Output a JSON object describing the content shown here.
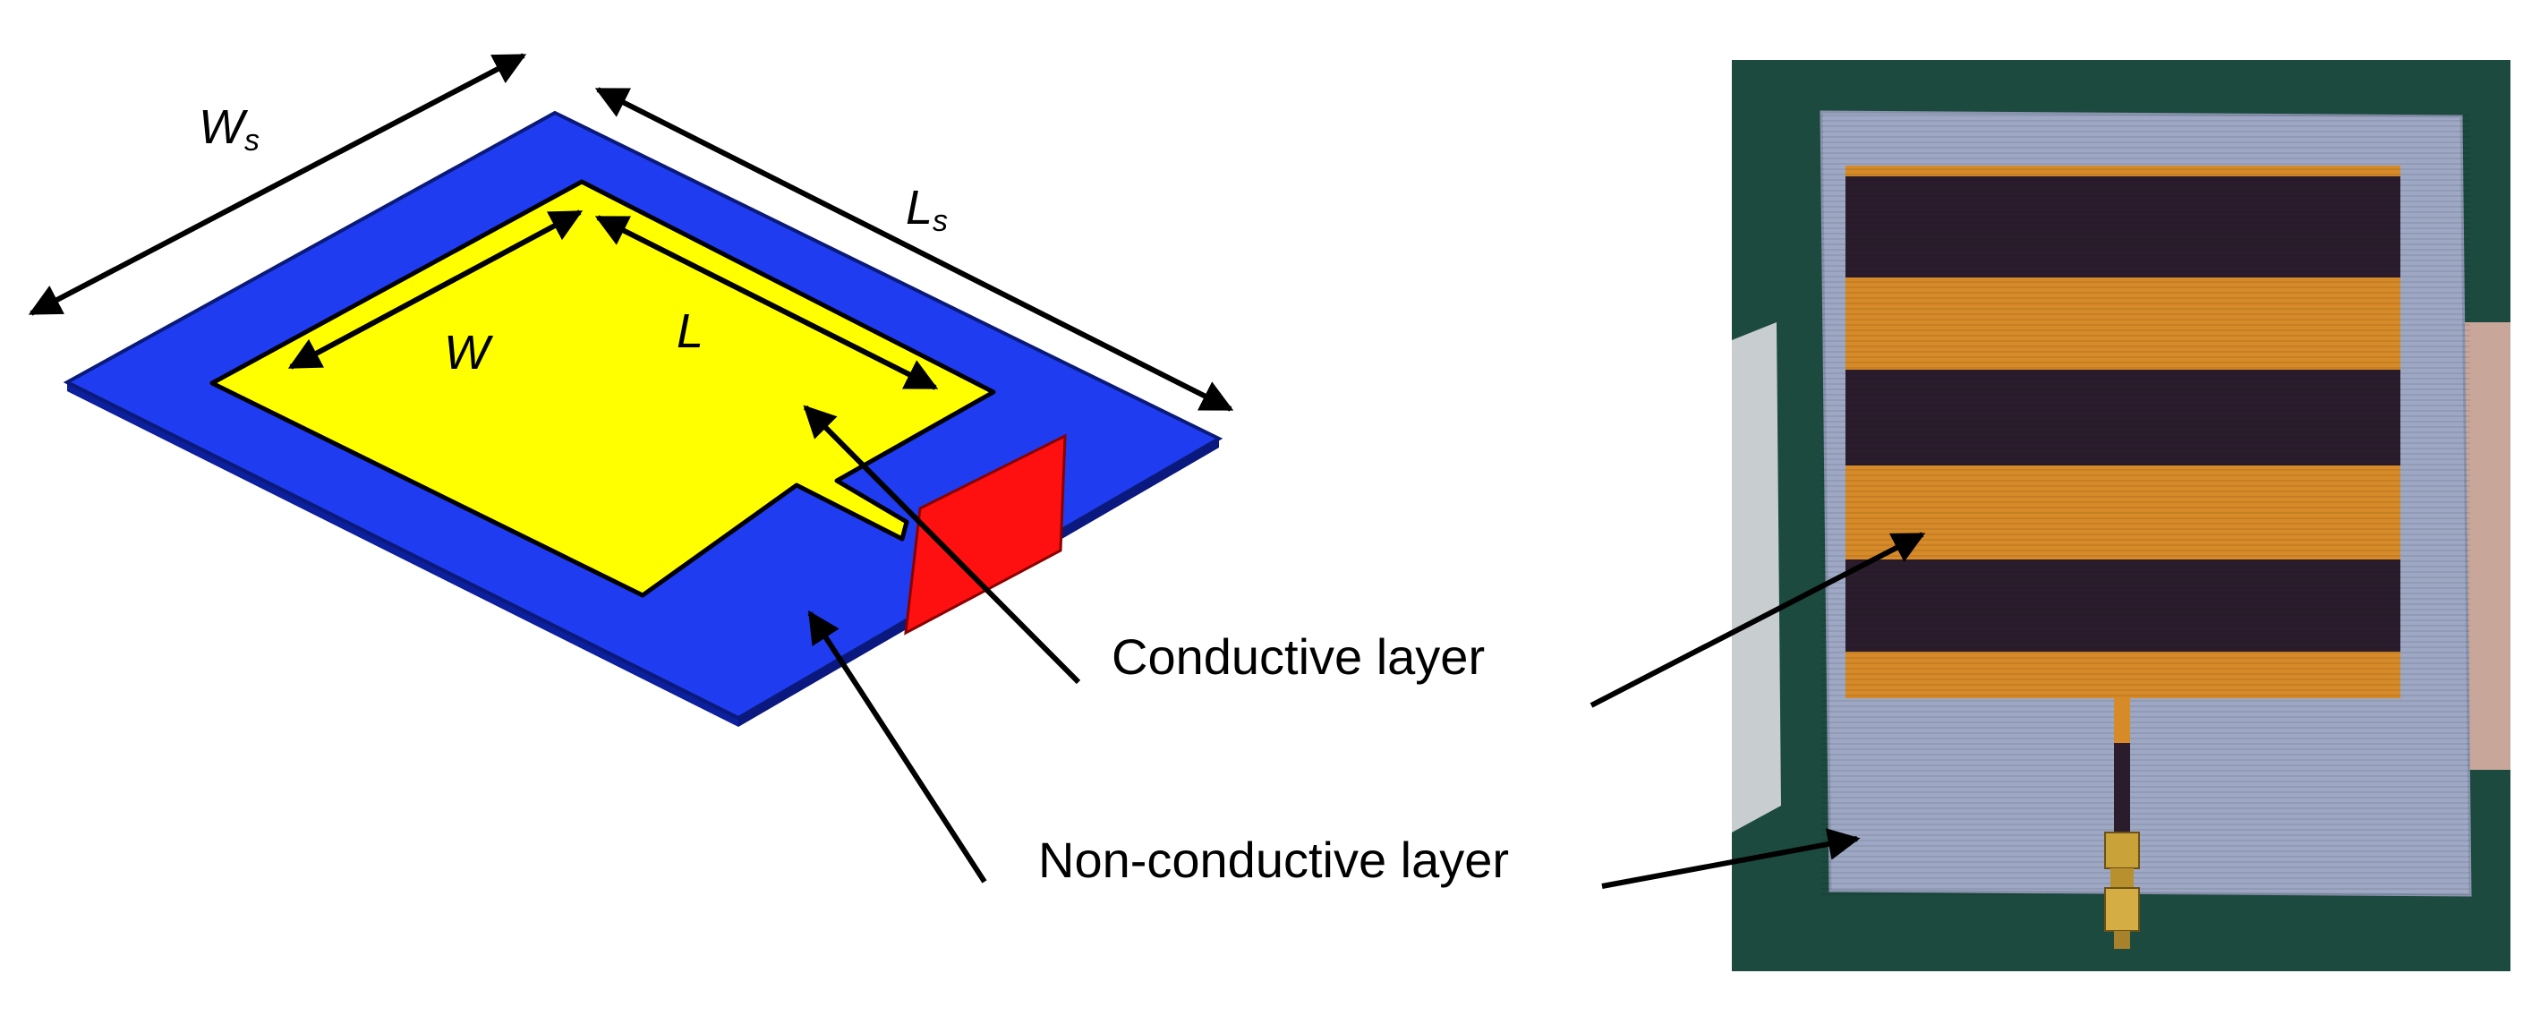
{
  "diagram": {
    "dimension_labels": {
      "ws": {
        "main": "W",
        "sub": "s"
      },
      "ls": {
        "main": "L",
        "sub": "s"
      },
      "w": "W",
      "l": "L"
    },
    "callouts": {
      "conductive": "Conductive layer",
      "non_conductive": "Non-conductive layer"
    },
    "colors": {
      "substrate": "#1f3cf0",
      "patch": "#ffff00",
      "port": "#ff1010",
      "fabric_grey": "#9ea8c4",
      "stripe_orange": "#d68a28",
      "stripe_dark": "#2a1c2c"
    }
  }
}
